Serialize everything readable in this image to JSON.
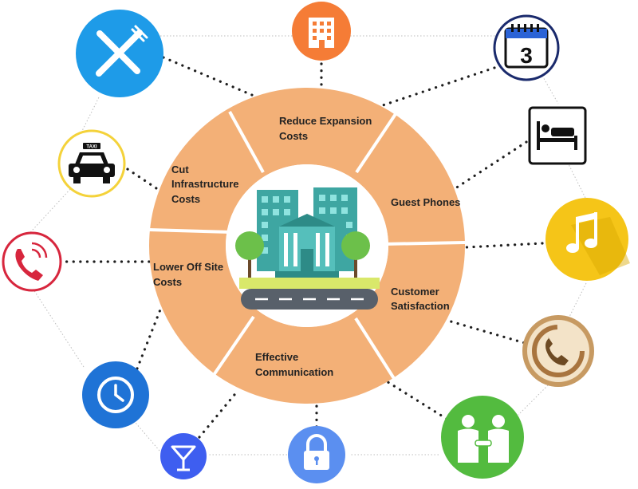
{
  "segments": [
    {
      "id": "reduce-expansion",
      "lines": [
        "Reduce Expansion",
        "Costs"
      ]
    },
    {
      "id": "guest-phones",
      "lines": [
        "Guest Phones"
      ]
    },
    {
      "id": "customer-satisfaction",
      "lines": [
        "Customer",
        "Satisfaction"
      ]
    },
    {
      "id": "effective-communication",
      "lines": [
        "Effective",
        "Communication"
      ]
    },
    {
      "id": "lower-off-site",
      "lines": [
        "Lower Off Site",
        "Costs"
      ]
    },
    {
      "id": "cut-infrastructure",
      "lines": [
        "Cut",
        "Infrastructure",
        "Costs"
      ]
    }
  ],
  "icons": [
    {
      "id": "restaurant",
      "icon": "fork-knife-icon",
      "color": "#1e9be8"
    },
    {
      "id": "hotel-building",
      "icon": "building-icon",
      "color": "#f57c36"
    },
    {
      "id": "calendar",
      "icon": "calendar-icon",
      "color": "#1a2a6c",
      "text": "3"
    },
    {
      "id": "bed",
      "icon": "bed-icon",
      "color": "#111111"
    },
    {
      "id": "music",
      "icon": "music-note-icon",
      "color": "#f5c518"
    },
    {
      "id": "phone-beige",
      "icon": "phone-beige-icon",
      "color": "#c79a62"
    },
    {
      "id": "handshake",
      "icon": "handshake-icon",
      "color": "#53bb3f"
    },
    {
      "id": "lock",
      "icon": "lock-icon",
      "color": "#5b8ff0"
    },
    {
      "id": "cocktail",
      "icon": "cocktail-icon",
      "color": "#3e5ef0"
    },
    {
      "id": "clock",
      "icon": "clock-icon",
      "color": "#1f73d6"
    },
    {
      "id": "phone-red",
      "icon": "phone-icon",
      "color": "#d7263d"
    },
    {
      "id": "taxi",
      "icon": "taxi-icon",
      "color": "#f4d23a",
      "text": "TAXI"
    }
  ],
  "colors": {
    "ring": "#f3b077",
    "ring_divider": "#ffffff",
    "dots": "#222222",
    "thin_lines": "#bbbbbb"
  }
}
